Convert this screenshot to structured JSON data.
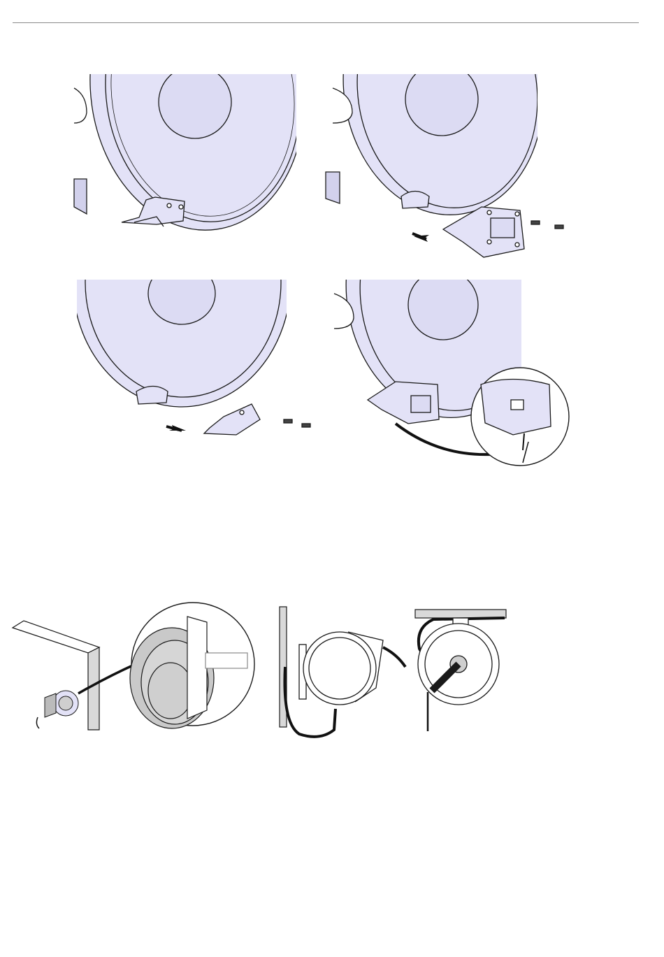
{
  "colors": {
    "reel_fill": "#e3e2f7",
    "reel_shade": "#d2d1ec",
    "line": "#1a1a1a",
    "hose": "#111111",
    "wall": "#d9d9d9",
    "rule": "#8a8a8a"
  },
  "figures": [
    {
      "id": "step1",
      "icon": "reel-bottom-with-foot-icon"
    },
    {
      "id": "step2",
      "icon": "slide-on-wall-bracket-icon"
    },
    {
      "id": "step3",
      "icon": "remove-foot-bracket-icon"
    },
    {
      "id": "step4",
      "icon": "screw-fix-bracket-icon"
    },
    {
      "id": "wall-mount",
      "icon": "wall-mount-reel-icon"
    },
    {
      "id": "side-mount",
      "icon": "side-wall-reel-icon"
    },
    {
      "id": "ceiling-mount",
      "icon": "ceiling-reel-icon"
    }
  ]
}
